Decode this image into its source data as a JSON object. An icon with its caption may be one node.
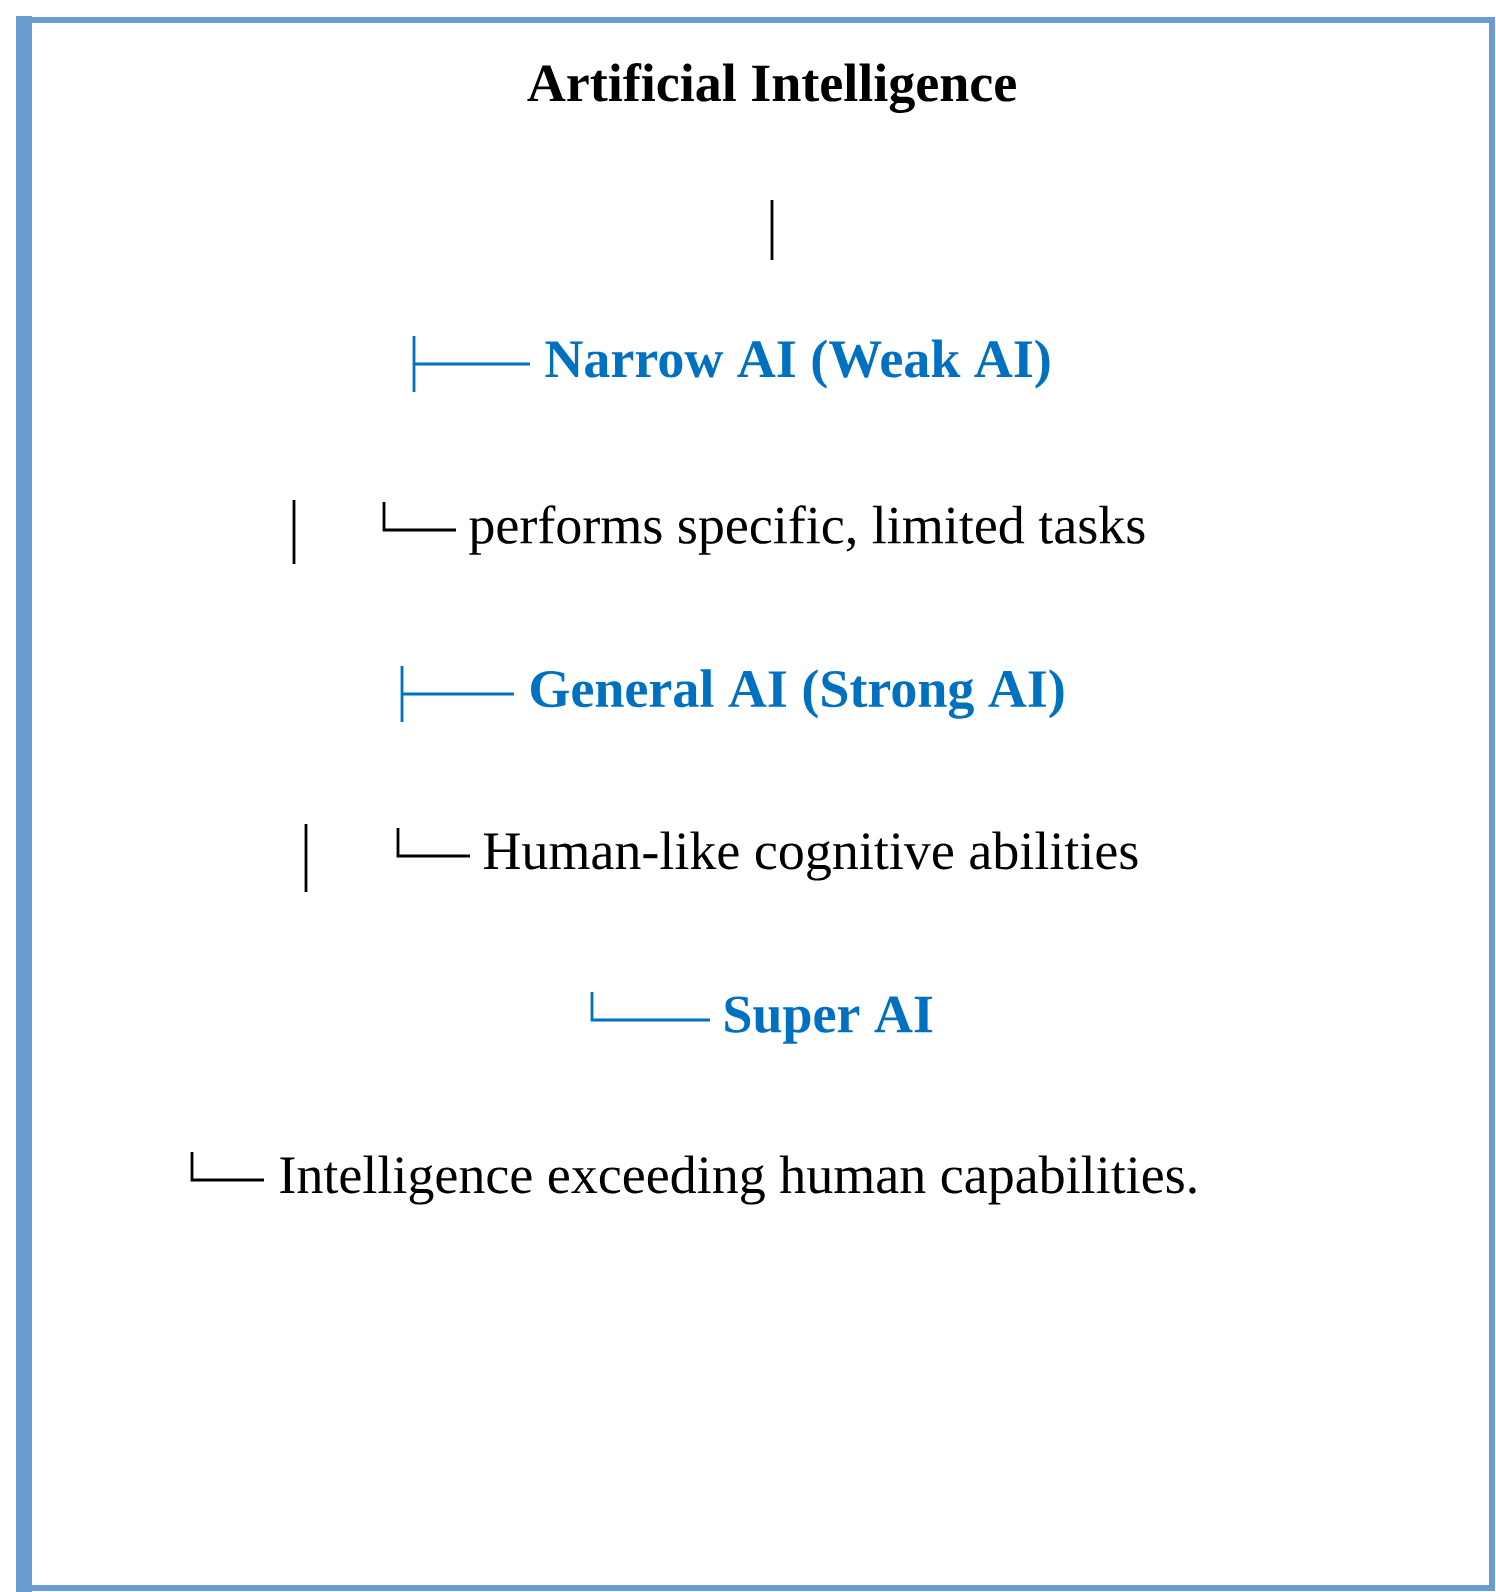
{
  "diagram": {
    "title": "Artificial Intelligence",
    "labels": [
      "Narrow AI (Weak AI)",
      "performs specific, limited tasks",
      "General AI (Strong AI)",
      "Human-like cognitive abilities",
      "Super AI",
      "Intelligence exceeding human capabilities."
    ]
  }
}
